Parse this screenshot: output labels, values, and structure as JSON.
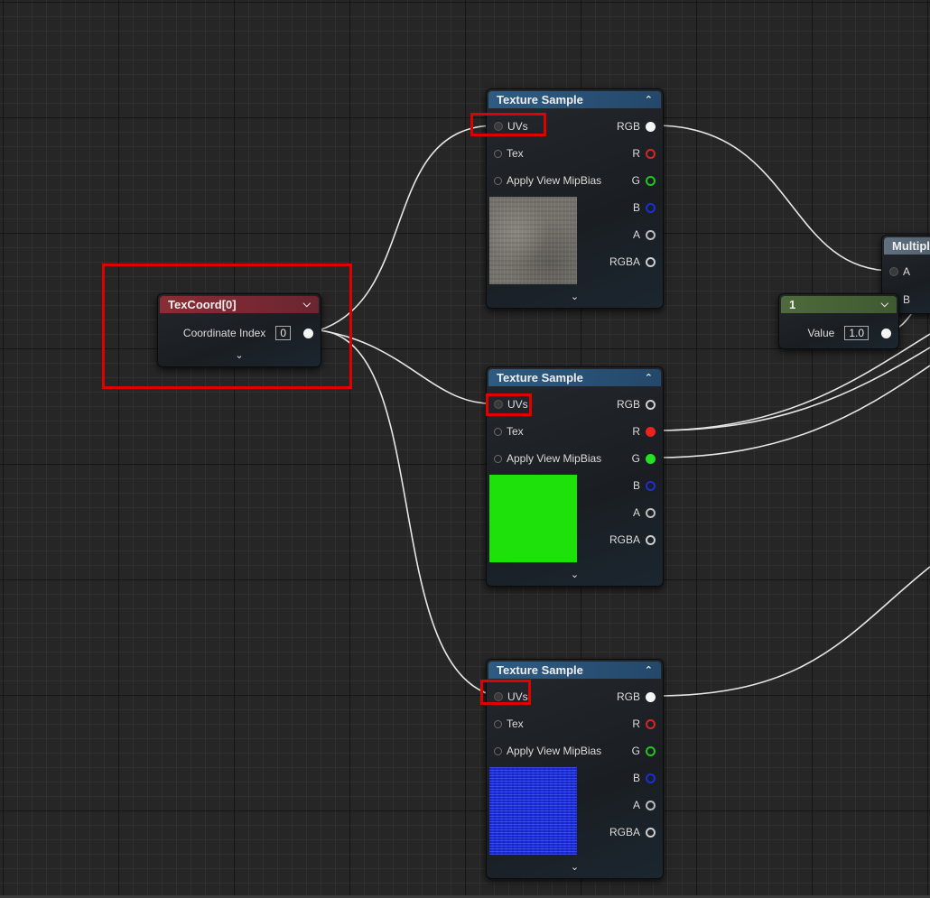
{
  "texture_sample_nodes": [
    {
      "title": "Texture Sample",
      "collapse_icon": "chevron-up-icon",
      "expand_icon": "chevron-down-icon",
      "inputs": [
        "UVs",
        "Tex",
        "Apply View MipBias"
      ],
      "outputs": [
        "RGB",
        "R",
        "G",
        "B",
        "A",
        "RGBA"
      ],
      "preview": "stone-texture-preview"
    },
    {
      "title": "Texture Sample",
      "collapse_icon": "chevron-up-icon",
      "expand_icon": "chevron-down-icon",
      "inputs": [
        "UVs",
        "Tex",
        "Apply View MipBias"
      ],
      "outputs": [
        "RGB",
        "R",
        "G",
        "B",
        "A",
        "RGBA"
      ],
      "preview": "green-texture-preview"
    },
    {
      "title": "Texture Sample",
      "collapse_icon": "chevron-up-icon",
      "expand_icon": "chevron-down-icon",
      "inputs": [
        "UVs",
        "Tex",
        "Apply View MipBias"
      ],
      "outputs": [
        "RGB",
        "R",
        "G",
        "B",
        "A",
        "RGBA"
      ],
      "preview": "blue-texture-preview"
    }
  ],
  "texcoord_node": {
    "title": "TexCoord[0]",
    "dropdown_icon": "chevron-down-icon",
    "param_label": "Coordinate Index",
    "param_value": "0"
  },
  "constant_node": {
    "title": "1",
    "value_label": "Value",
    "value": "1.0"
  },
  "multiply_node": {
    "title": "Multipl",
    "inputs": [
      "A",
      "B"
    ]
  },
  "colors": {
    "grid_background": "#262626",
    "wire": "#e6e6e6",
    "highlight": "#e00000",
    "texture_header": "#2f5b82",
    "texcoord_header": "#8a2c35",
    "constant_header": "#4e6a3a"
  }
}
